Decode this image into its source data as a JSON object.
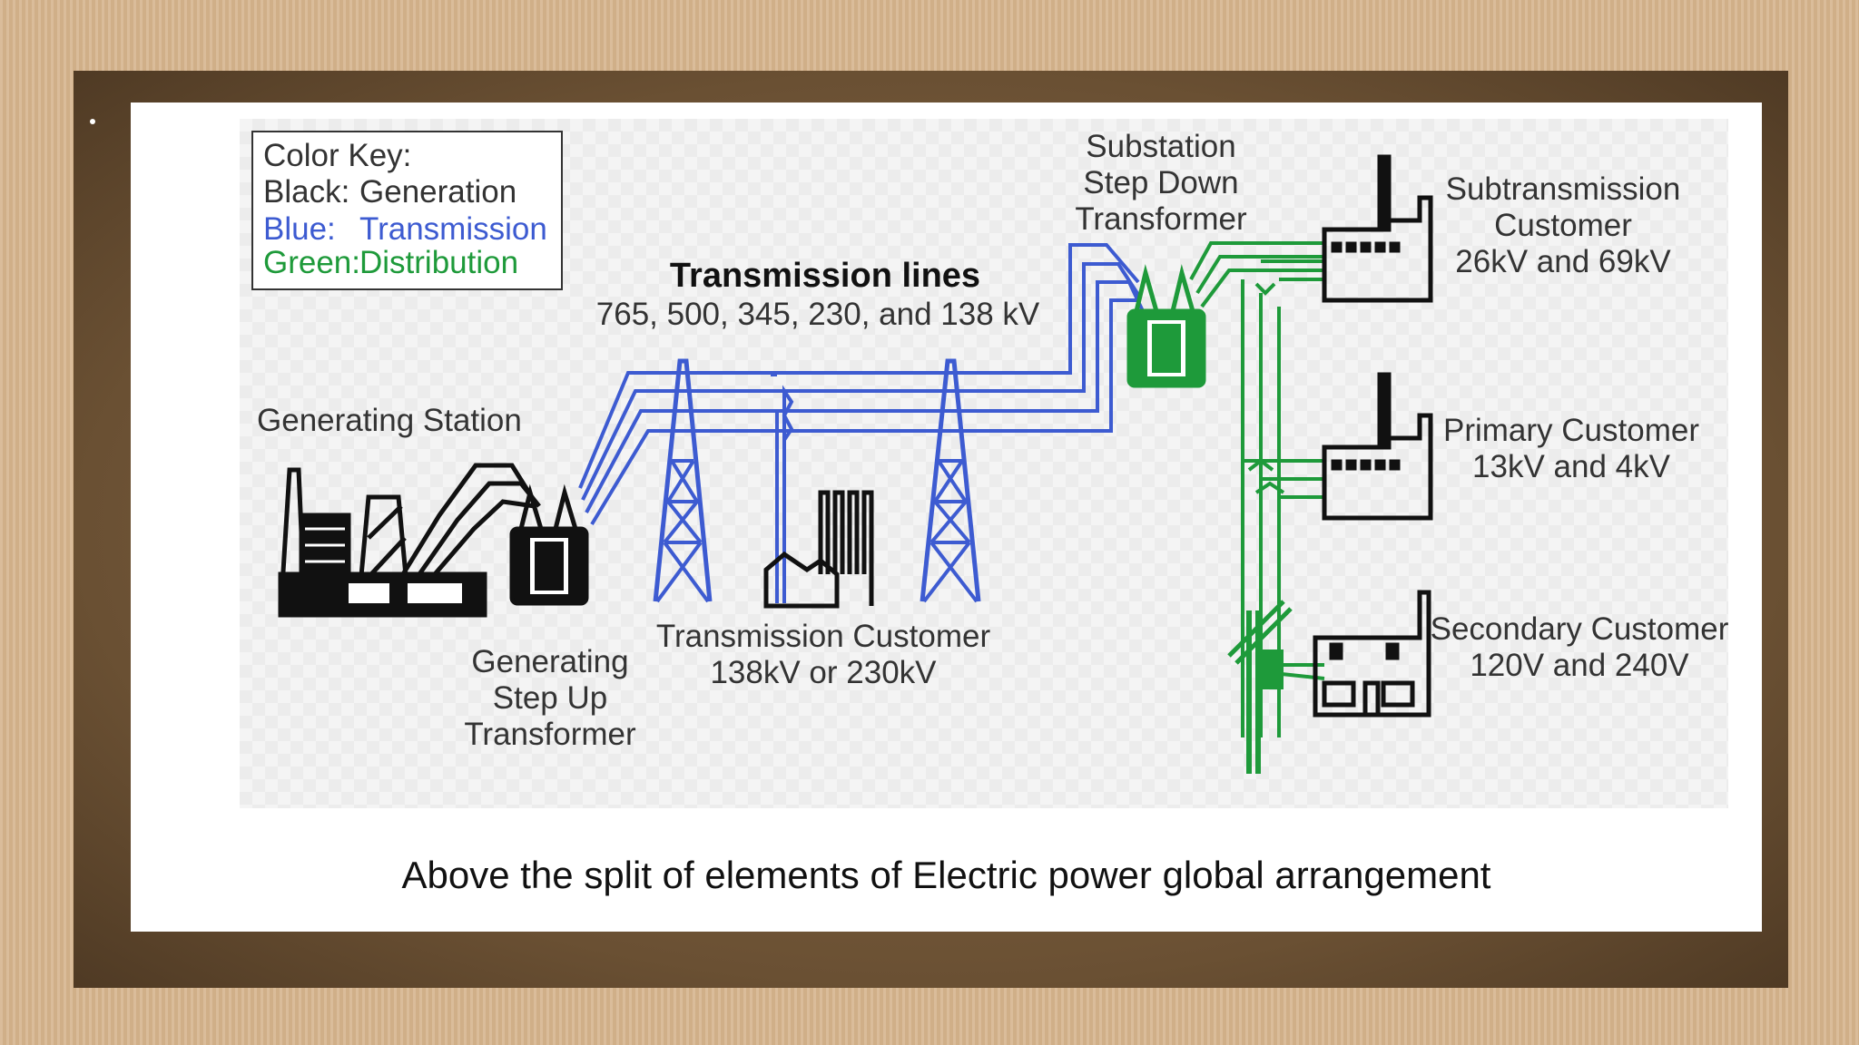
{
  "colors": {
    "generation": "#111111",
    "transmission": "#3d5bd1",
    "distribution": "#1e9a3a",
    "frame": "#6e5538",
    "background": "#d6b58e"
  },
  "legend": {
    "title": "Color Key:",
    "items": [
      {
        "key": "Black:",
        "value": "Generation"
      },
      {
        "key": "Blue:",
        "value": "Transmission"
      },
      {
        "key": "Green:",
        "value": "Distribution"
      }
    ]
  },
  "labels": {
    "transmission_lines_title": "Transmission lines",
    "transmission_lines_voltages": "765, 500, 345, 230, and 138 kV",
    "generating_station": "Generating Station",
    "step_up": [
      "Generating",
      "Step Up",
      "Transformer"
    ],
    "transmission_customer": [
      "Transmission Customer",
      "138kV or 230kV"
    ],
    "substation": [
      "Substation",
      "Step Down",
      "Transformer"
    ],
    "subtransmission_customer": [
      "Subtransmission",
      "Customer",
      "26kV and 69kV"
    ],
    "primary_customer": [
      "Primary Customer",
      "13kV and 4kV"
    ],
    "secondary_customer": [
      "Secondary Customer",
      "120V and 240V"
    ]
  },
  "caption": "Above the split of elements of Electric power global arrangement"
}
